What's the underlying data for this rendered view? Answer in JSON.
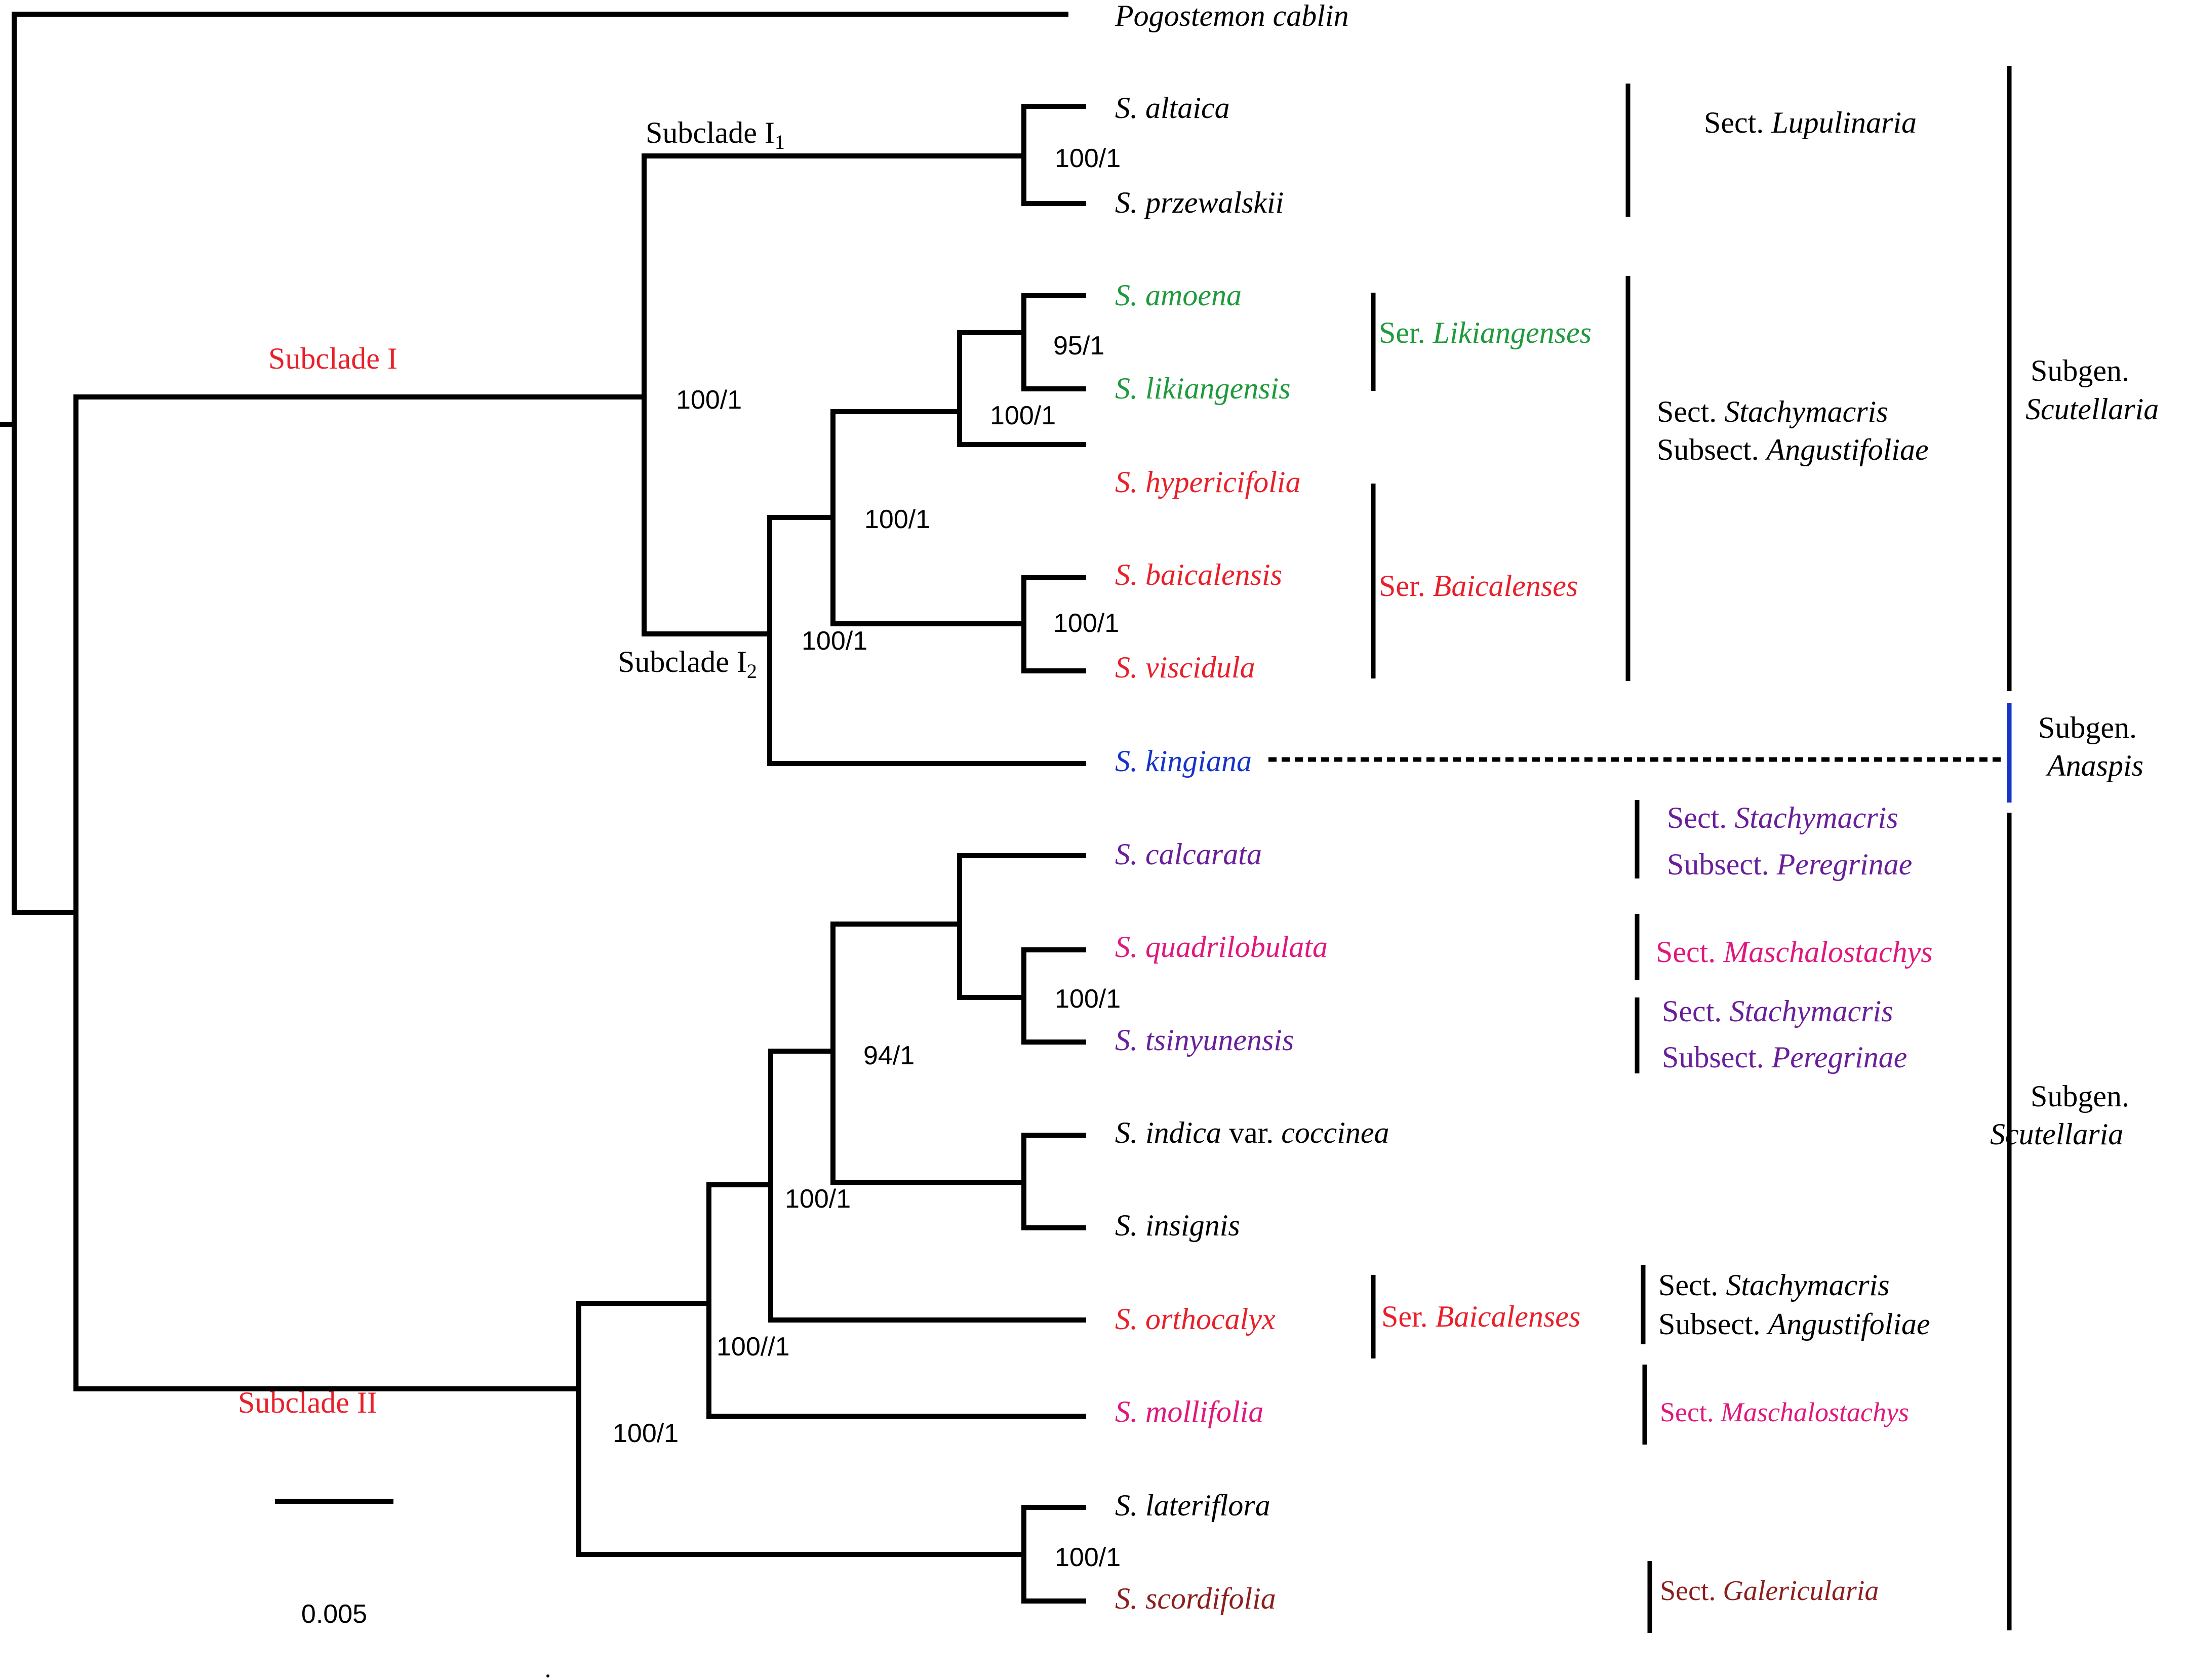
{
  "colors": {
    "black": "#000000",
    "red": "#e8202a",
    "green": "#1f9a3c",
    "blue": "#1533c8",
    "purple": "#6a1f9a",
    "magenta": "#e0187c",
    "maroon": "#8c1e1e"
  },
  "taxa": {
    "outgroup": "Pogostemon cablin",
    "altaica": "S. altaica",
    "przewalskii": "S. przewalskii",
    "amoena": "S. amoena",
    "likiangensis": "S. likiangensis",
    "hypericifolia": "S. hypericifolia",
    "baicalensis": "S. baicalensis",
    "viscidula": "S. viscidula",
    "kingiana": "S. kingiana",
    "calcarata": "S. calcarata",
    "quadrilobulata": "S. quadrilobulata",
    "tsinyunensis": "S. tsinyunensis",
    "indica_name": "S. indica",
    "indica_var": " var. ",
    "indica_epithet": "coccinea",
    "insignis": "S. insignis",
    "orthocalyx": "S. orthocalyx",
    "mollifolia": "S. mollifolia",
    "lateriflora": "S. lateriflora",
    "scordifolia": "S. scordifolia"
  },
  "clades": {
    "subclade_I": "Subclade I",
    "subclade_II": "Subclade II",
    "subclade_I1_prefix": "Subclade I",
    "subclade_I1_sub": "1",
    "subclade_I2_prefix": "Subclade I",
    "subclade_I2_sub": "2"
  },
  "support": {
    "s1": "100/1",
    "s2": "95/1",
    "s3": "100/1",
    "s4": "100/1",
    "s5": "100/1",
    "s6": "100/1",
    "s7": "100/1",
    "s8": "100/1",
    "s9": "94/1",
    "s10": "100/1",
    "s11": "100//1",
    "s12": "100/1",
    "s13": "100/1"
  },
  "classification": {
    "sect": "Sect. ",
    "subsect": "Subsect. ",
    "ser": "Ser. ",
    "subgen": "Subgen.",
    "lupulinaria": "Lupulinaria",
    "stachymacris": "Stachymacris",
    "angustifoliae": "Angustifoliae",
    "peregrinae": "Peregrinae",
    "likiangenses": "Likiangenses",
    "baicalenses": "Baicalenses",
    "maschalostachys": "Maschalostachys",
    "galericularia": "Galericularia",
    "scutellaria": "Scutellaria",
    "anaspis": "Anaspis"
  },
  "scale": {
    "label": "0.005"
  }
}
